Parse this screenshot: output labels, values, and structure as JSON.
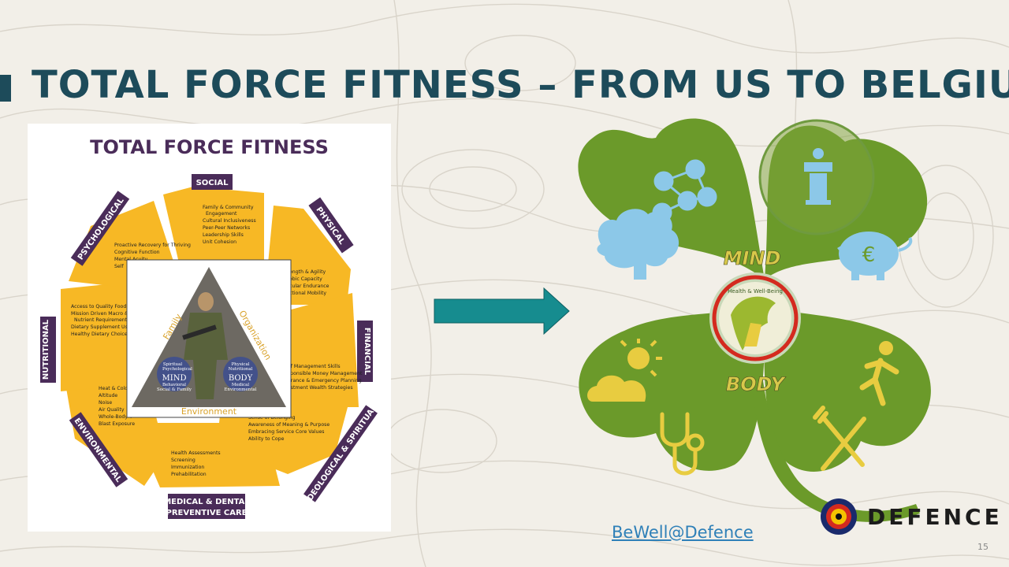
{
  "slide": {
    "title": "TOTAL FORCE FITNESS – FROM US TO BELGIUM",
    "page_number": "15",
    "link_text": "BeWell@Defence"
  },
  "tff": {
    "heading": "TOTAL FORCE FITNESS",
    "domains": {
      "social": "SOCIAL",
      "physical": "PHYSICAL",
      "financial": "FINANCIAL",
      "ideological": "IDEOLOGICAL & SPIRITUAL",
      "medical_line1": "MEDICAL & DENTAL",
      "medical_line2": "PREVENTIVE CARE",
      "environmental": "ENVIRONMENTAL",
      "nutritional": "NUTRITIONAL",
      "psychological": "PSYCHOLOGICAL"
    },
    "bullets": {
      "social": [
        "Family & Community",
        "Engagement",
        "Cultural Inclusiveness",
        "Peer-Peer Networks",
        "Leadership Skills",
        "Unit Cohesion"
      ],
      "psychological": [
        "Proactive Recovery for Thriving",
        "Cognitive Function",
        "Mental Acuity",
        "Self"
      ],
      "physical": [
        "ength & Agility",
        "obic Capacity",
        "cular Endurance",
        "ctional Mobility"
      ],
      "nutritional": [
        "Access to Quality Foods",
        "Mission Driven Macro &",
        "Nutrient Requirements",
        "Dietary Supplement Use",
        "Healthy Dietary Choices"
      ],
      "financial": [
        "of Management Skills",
        "sponsible Money Management",
        "urance & Emergency Planning",
        "estment Wealth Strategies"
      ],
      "environmental": [
        "Heat & Cold",
        "Altitude",
        "Noise",
        "Air Quality",
        "Whole-Body V",
        "Blast Exposure"
      ],
      "ideological": [
        "Sense of Belonging",
        "Awareness of Meaning & Purpose",
        "Embracing Service Core Values",
        "Ability to Cope"
      ],
      "medical": [
        "Health Assessments",
        "Screening",
        "Immunization",
        "Prehabilitation"
      ]
    },
    "triangle": {
      "family": "Family",
      "organization": "Organization",
      "environment": "Environment",
      "mind": "MIND",
      "body": "BODY",
      "mind_top_left": "Spiritual",
      "mind_top_right": "Psychological",
      "mind_bottom_left": "Behavioral",
      "mind_bottom_right": "Social & Family",
      "body_top_left": "Physical",
      "body_top_right": "Nutritional",
      "body_bottom_left": "Medical",
      "body_bottom_right": "Environmental"
    }
  },
  "clover": {
    "mind_label": "MIND",
    "body_label": "BODY",
    "seal_text": "Health & Well-Being",
    "euro_symbol": "€",
    "icons": [
      "network-icon",
      "podium-icon",
      "brain-icon",
      "piggy-bank-icon",
      "weather-icon",
      "runner-icon",
      "stethoscope-icon",
      "cutlery-icon",
      "eagle-seal-icon"
    ]
  },
  "logo": {
    "text": "DEFENCE"
  },
  "colors": {
    "title": "#1d4b5a",
    "arrow": "#168c8f",
    "clover_green": "#6b9a2a",
    "icon_blue": "#8cc8e8",
    "icon_yellow": "#e8cc40",
    "tff_yellow": "#f7b825",
    "tff_purple": "#4a2c59",
    "link": "#2f80b8"
  }
}
